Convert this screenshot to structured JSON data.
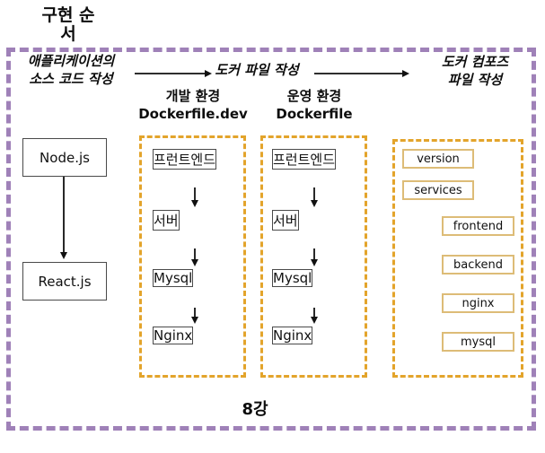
{
  "title": "구현 순\n서",
  "frame": {
    "steps": [
      {
        "label": "애플리케이션의\n소스 코드 작성"
      },
      {
        "label": "도커 파일 작성"
      },
      {
        "label": "도커 컴포즈\n파일 작성"
      }
    ],
    "footer": "8강"
  },
  "source_flow": {
    "nodes": [
      "Node.js",
      "React.js"
    ]
  },
  "dockerfile_columns": [
    {
      "env": "개발 환경",
      "file": "Dockerfile.dev",
      "header": "개발 환경\nDockerfile.dev",
      "nodes": [
        "프런트엔드",
        "서버",
        "Mysql",
        "Nginx"
      ]
    },
    {
      "env": "운영 환경",
      "file": "Dockerfile",
      "header": "운영 환경\nDockerfile",
      "nodes": [
        "프런트엔드",
        "서버",
        "Mysql",
        "Nginx"
      ]
    }
  ],
  "compose_keys": [
    "version",
    "services",
    "frontend",
    "backend",
    "nginx",
    "mysql"
  ],
  "colors": {
    "frame_border": "#9F81B8",
    "container_border": "#E3A42B",
    "key_box_border": "#DDBC77",
    "flow_box_border": "#4a4a4a",
    "text": "#0d0d0d"
  }
}
